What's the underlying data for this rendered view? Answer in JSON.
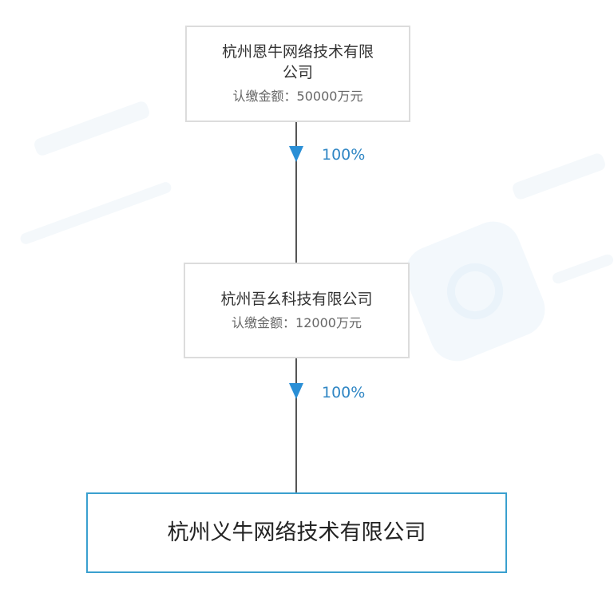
{
  "nodes": [
    {
      "name_line1": "杭州恩牛网络技术有限",
      "name_line2": "公司",
      "amount": "认缴金额：50000万元"
    },
    {
      "name_line1": "杭州吾幺科技有限公司",
      "amount": "认缴金额：12000万元"
    },
    {
      "name_line1": "杭州义牛网络技术有限公司"
    }
  ],
  "edges": [
    {
      "percent": "100%"
    },
    {
      "percent": "100%"
    }
  ],
  "colors": {
    "line": "#555555",
    "arrow": "#2a8fd6",
    "percent_text": "#2f86c4",
    "target_border": "#3aa0cf",
    "node_border": "#dcdcdc"
  }
}
